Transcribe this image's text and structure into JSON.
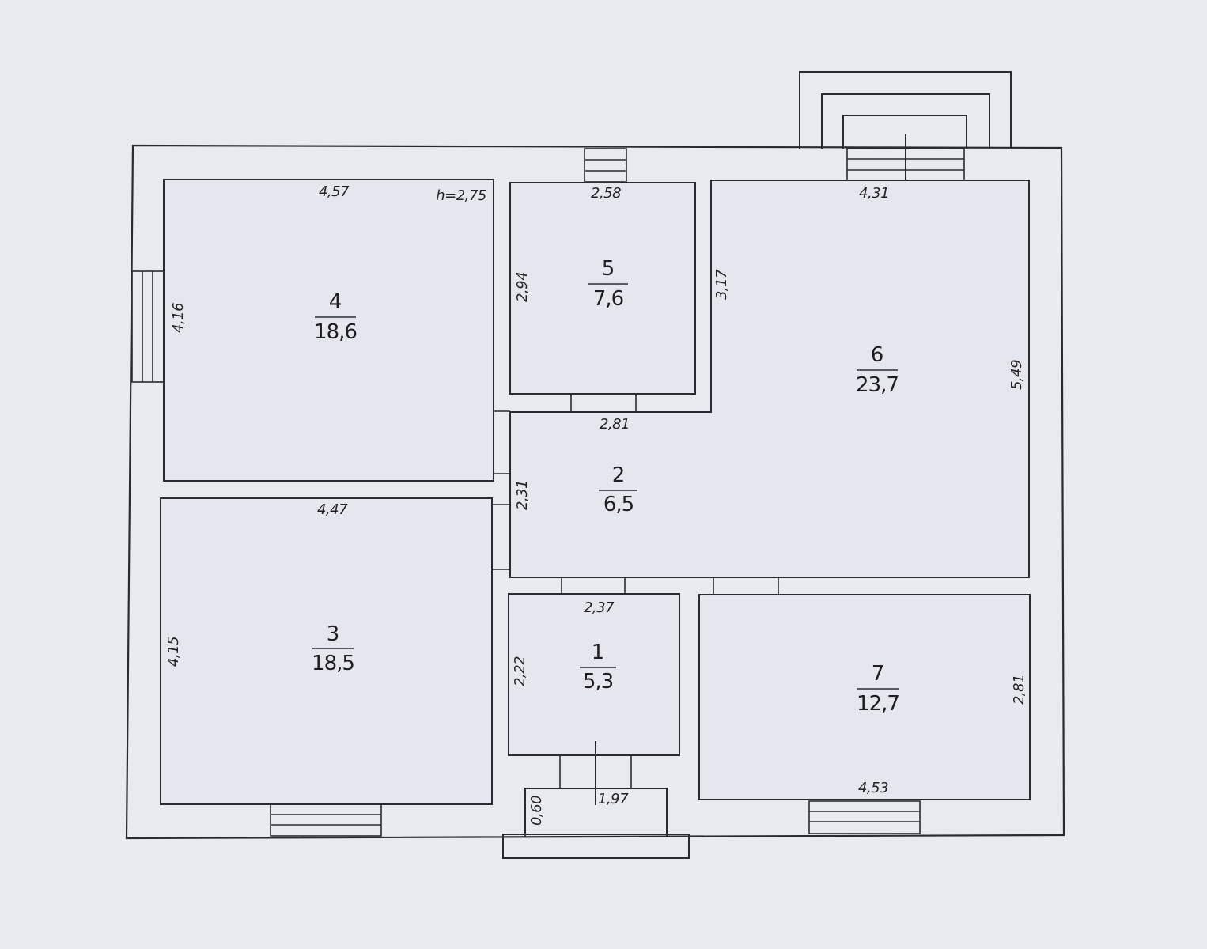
{
  "rooms": [
    {
      "num": "1",
      "area": "5,3"
    },
    {
      "num": "2",
      "area": "6,5"
    },
    {
      "num": "3",
      "area": "18,5"
    },
    {
      "num": "4",
      "area": "18,6"
    },
    {
      "num": "5",
      "area": "7,6"
    },
    {
      "num": "6",
      "area": "23,7"
    },
    {
      "num": "7",
      "area": "12,7"
    }
  ],
  "ceiling_height": "h=2,75",
  "dims": {
    "r4_w": "4,57",
    "r4_h": "4,16",
    "r5_w": "2,58",
    "r5_h": "2,94",
    "r6_w": "4,31",
    "r6_h1": "3,17",
    "r6_h2": "5,49",
    "r2_w": "2,81",
    "r2_h": "2,31",
    "r3_w": "4,47",
    "r3_h": "4,15",
    "r1_w": "2,37",
    "r1_h": "2,22",
    "r7_w": "4,53",
    "r7_h": "2,81",
    "porch_w": "1,97",
    "porch_h": "0,60"
  }
}
